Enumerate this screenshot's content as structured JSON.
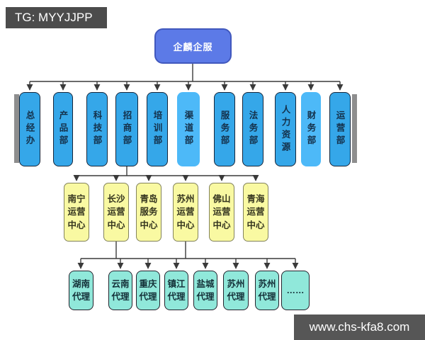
{
  "banners": {
    "tg": "TG: MYYJJPP",
    "website": "www.chs-kfa8.com"
  },
  "org": {
    "root": "企麟企服",
    "departments": [
      {
        "label": "总经办",
        "style": "solid"
      },
      {
        "label": "产品部",
        "style": "solid"
      },
      {
        "label": "科技部",
        "style": "solid"
      },
      {
        "label": "招商部",
        "style": "solid"
      },
      {
        "label": "培训部",
        "style": "solid"
      },
      {
        "label": "渠道部",
        "style": "flat"
      },
      {
        "label": "服务部",
        "style": "solid"
      },
      {
        "label": "法务部",
        "style": "solid"
      },
      {
        "label": "人力资源",
        "style": "solid"
      },
      {
        "label": "财务部",
        "style": "flat"
      },
      {
        "label": "运营部",
        "style": "solid"
      }
    ],
    "centers": [
      {
        "label": "南宁\n运营\n中心"
      },
      {
        "label": "长沙\n运营\n中心"
      },
      {
        "label": "青岛\n服务\n中心"
      },
      {
        "label": "苏州\n运营\n中心"
      },
      {
        "label": "佛山\n运营\n中心"
      },
      {
        "label": "青海\n运营\n中心"
      }
    ],
    "agents": [
      {
        "label": "湖南\n代理"
      },
      {
        "label": "云南\n代理"
      },
      {
        "label": "重庆\n代理"
      },
      {
        "label": "镇江\n代理"
      },
      {
        "label": "盐城\n代理"
      },
      {
        "label": "苏州\n代理"
      },
      {
        "label": "苏州\n代理"
      },
      {
        "label": "……"
      }
    ]
  },
  "colors": {
    "dept_fill": "#35a7e9",
    "dept_flat_fill": "#4db9f8",
    "root_fill": "#5c7ae7",
    "center_fill": "#f9f9a2",
    "agent_fill": "#90e8da",
    "connector": "#3a3a3a",
    "banner_bg": "#4c4c4c"
  }
}
